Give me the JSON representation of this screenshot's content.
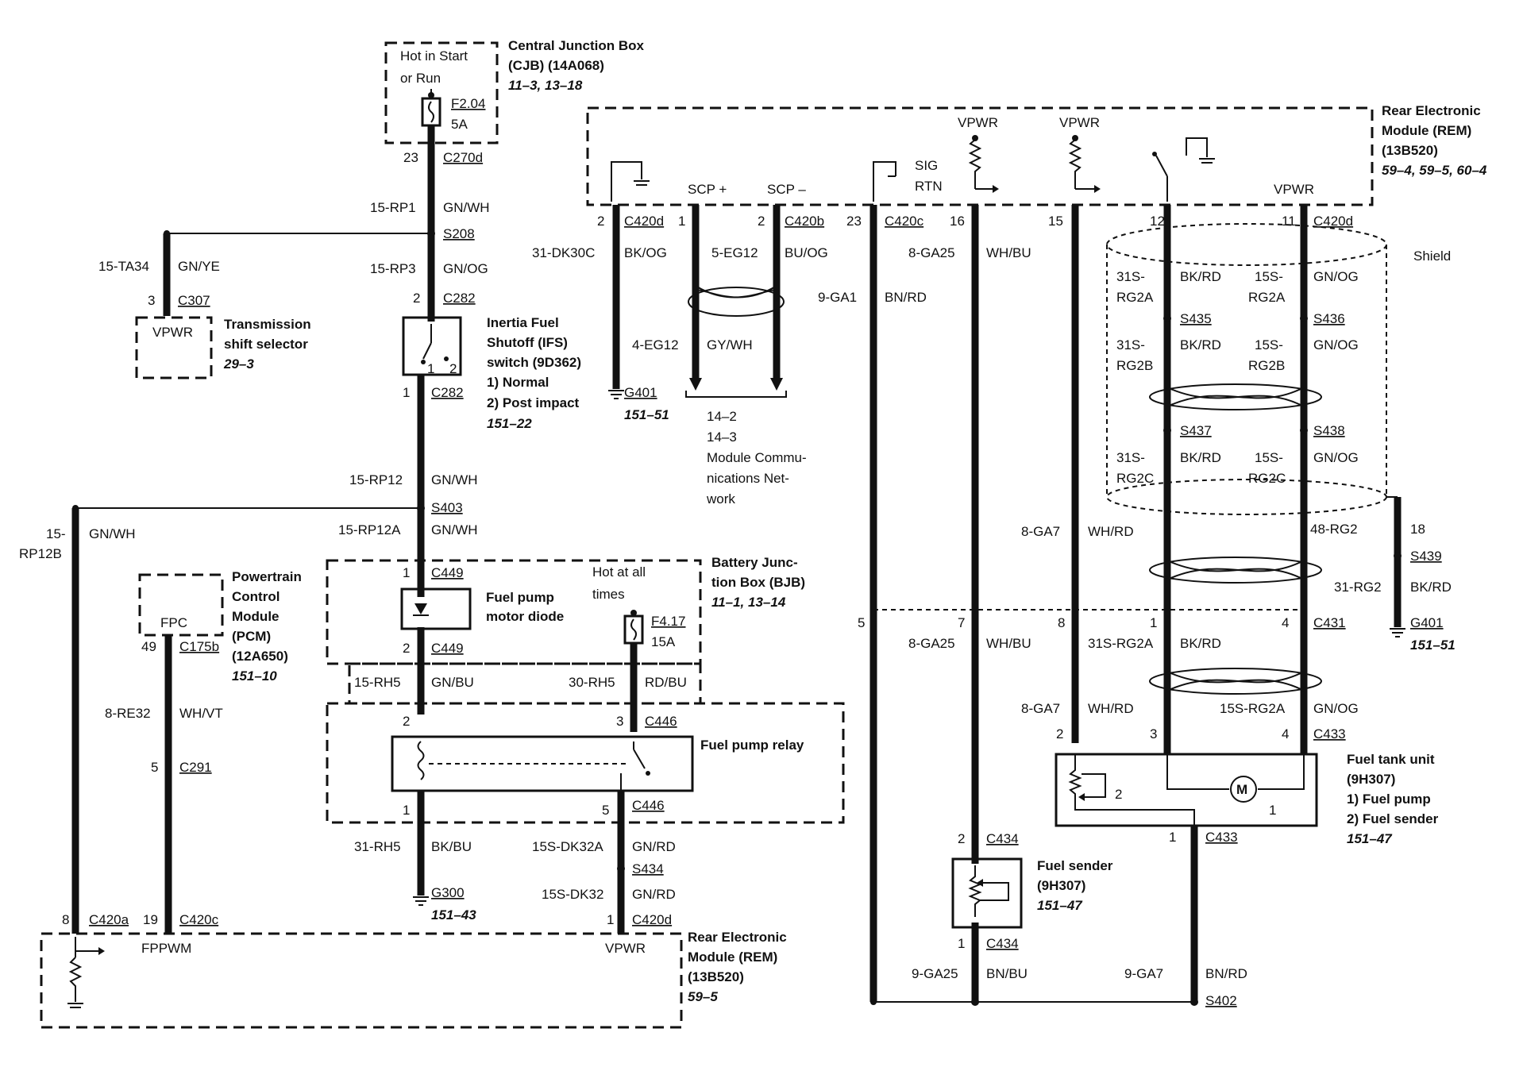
{
  "modules": {
    "cjb": {
      "hot": "Hot in Start",
      "hot2": "or Run",
      "fuse": "F2.04",
      "amp": "5A",
      "title1": "Central Junction Box",
      "title2": "(CJB) (14A068)",
      "ref": "11–3, 13–18"
    },
    "rem_top": {
      "title1": "Rear Electronic",
      "title2": "Module (REM)",
      "title3": "(13B520)",
      "ref": "59–4, 59–5, 60–4",
      "vpwr": "VPWR",
      "sig": "SIG",
      "rtn": "RTN",
      "scp_p": "SCP +",
      "scp_m": "SCP –"
    },
    "tss": {
      "pin": "VPWR",
      "title1": "Transmission",
      "title2": "shift selector",
      "ref": "29–3"
    },
    "ifs": {
      "title1": "Inertia Fuel",
      "title2": "Shutoff (IFS)",
      "title3": "switch (9D362)",
      "opt1": "1)   Normal",
      "opt2": "2)   Post impact",
      "ref": "151–22"
    },
    "pcm": {
      "pin": "FPC",
      "title1": "Powertrain",
      "title2": "Control",
      "title3": "Module",
      "title4": "(PCM)",
      "title5": "(12A650)",
      "ref": "151–10"
    },
    "bjb": {
      "title1": "Battery Junc-",
      "title2": "tion Box (BJB)",
      "ref": "11–1, 13–14",
      "diode1": "Fuel pump",
      "diode2": "motor diode",
      "hot1": "Hot at all",
      "hot2": "times",
      "fuse": "F4.17",
      "amp": "15A"
    },
    "relay": {
      "title": "Fuel pump relay"
    },
    "rem_bot": {
      "title1": "Rear Electronic",
      "title2": "Module (REM)",
      "title3": "(13B520)",
      "ref": "59–5",
      "fppwm": "FPPWM",
      "vpwr": "VPWR"
    },
    "mcn": {
      "r1": "14–2",
      "r2": "14–3",
      "l1": "Module Commu-",
      "l2": "nications Net-",
      "l3": "work"
    },
    "tank": {
      "title1": "Fuel tank unit",
      "title2": "(9H307)",
      "opt1": "1)     Fuel pump",
      "opt2": "2)     Fuel sender",
      "ref": "151–47"
    },
    "sender": {
      "title1": "Fuel sender",
      "title2": "(9H307)",
      "ref": "151–47"
    },
    "shield": "Shield"
  },
  "labels": {
    "c23": "23",
    "c270d": "C270d",
    "rp1": "15-RP1",
    "gnwh1": "GN/WH",
    "s208": "S208",
    "rp3": "15-RP3",
    "gnog1": "GN/OG",
    "p2a": "2",
    "c282a": "C282",
    "p1a": "1",
    "c282b": "C282",
    "ta34": "15-TA34",
    "gnye": "GN/YE",
    "p3c307": "3",
    "c307": "C307",
    "ifs1": "1",
    "ifs2": "2",
    "rp12": "15-RP12",
    "gnwh2": "GN/WH",
    "s403": "S403",
    "rp12a": "15-RP12A",
    "gnwh3": "GN/WH",
    "rp12b1": "15-",
    "rp12b2": "RP12B",
    "gnwh4": "GN/WH",
    "p1c449": "1",
    "c449a": "C449",
    "p2c449": "2",
    "c449b": "C449",
    "rh5": "15-RH5",
    "gnbu": "GN/BU",
    "rh530": "30-RH5",
    "rdbu": "RD/BU",
    "p2rel": "2",
    "p3rel": "3",
    "c446a": "C446",
    "p1rel": "1",
    "p5rel": "5",
    "c446b": "C446",
    "rh531": "31-RH5",
    "bkbu": "BK/BU",
    "g300": "G300",
    "g300ref": "151–43",
    "dk32a": "15S-DK32A",
    "gnrd1": "GN/RD",
    "s434": "S434",
    "dk32": "15S-DK32",
    "gnrd2": "GN/RD",
    "p1c420d": "1",
    "c420d_b": "C420d",
    "p49": "49",
    "c175b": "C175b",
    "re32": "8-RE32",
    "whvt": "WH/VT",
    "p5c291": "5",
    "c291": "C291",
    "p8": "8",
    "c420a": "C420a",
    "p19": "19",
    "c420c_b": "C420c",
    "p2t": "2",
    "c420d_t": "C420d",
    "dk30c": "31-DK30C",
    "bkog": "BK/OG",
    "g401a": "G401",
    "g401aref": "151–51",
    "p1t": "1",
    "p2t2": "2",
    "c420b": "C420b",
    "eg12": "5-EG12",
    "buog": "BU/OG",
    "eg12b": "4-EG12",
    "gywh": "GY/WH",
    "p23": "23",
    "c420c_t": "C420c",
    "ga1": "9-GA1",
    "bnrd": "BN/RD",
    "p16": "16",
    "ga25": "8-GA25",
    "whbu": "WH/BU",
    "p15": "15",
    "p12": "12",
    "p11": "11",
    "c420d_r": "C420d",
    "rg2a1": "31S-",
    "rg2a2": "RG2A",
    "bkrd1": "BK/RD",
    "rg2a3": "15S-",
    "rg2a4": "RG2A",
    "gnog2": "GN/OG",
    "s435": "S435",
    "s436": "S436",
    "rg2b1": "31S-",
    "rg2b2": "RG2B",
    "bkrd2": "BK/RD",
    "rg2b3": "15S-",
    "rg2b4": "RG2B",
    "gnog3": "GN/OG",
    "s437": "S437",
    "s438": "S438",
    "rg2c1": "31S-",
    "rg2c2": "RG2C",
    "bkrd3": "BK/RD",
    "rg2c3": "15S-",
    "rg2c4": "RG2C",
    "gnog4": "GN/OG",
    "ga7": "8-GA7",
    "whrd": "WH/RD",
    "rg248": "48-RG2",
    "p18": "18",
    "s439": "S439",
    "rg231": "31-RG2",
    "bkrd4": "BK/RD",
    "g401b": "G401",
    "g401bref": "151–51",
    "p5": "5",
    "p7": "7",
    "p8b": "8",
    "p1b": "1",
    "p4b": "4",
    "c431": "C431",
    "ga25b": "8-GA25",
    "whbu2": "WH/BU",
    "rg2a5": "31S-RG2A",
    "bkrd5": "BK/RD",
    "ga7b": "8-GA7",
    "whrd2": "WH/RD",
    "rg2a6": "15S-RG2A",
    "gnog5": "GN/OG",
    "p2c": "2",
    "p3c": "3",
    "p4c": "4",
    "c433a": "C433",
    "tk2": "2",
    "tk1": "1",
    "p1d": "1",
    "c433b": "C433",
    "p2d": "2",
    "c434a": "C434",
    "p1e": "1",
    "c434b": "C434",
    "ga25c": "9-GA25",
    "bnbu": "BN/BU",
    "ga7c": "9-GA7",
    "bnrd2": "BN/RD",
    "s402": "S402"
  }
}
